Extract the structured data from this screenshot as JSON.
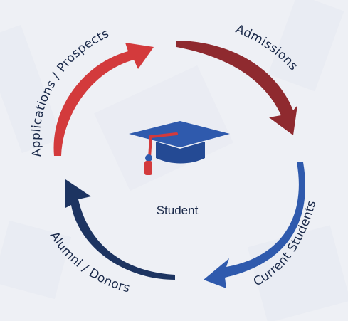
{
  "center": {
    "label": "Student"
  },
  "stages": [
    {
      "key": "admissions",
      "label": "Admissions",
      "color": "#8f2a2f"
    },
    {
      "key": "current",
      "label": "Current Students",
      "color": "#2f5aad"
    },
    {
      "key": "alumni",
      "label": "Alumni / Donors",
      "color": "#1d3461"
    },
    {
      "key": "applications",
      "label": "Applications / Prospects",
      "color": "#d33a3c"
    }
  ],
  "icon": {
    "name": "graduation-cap-icon",
    "cap_color": "#2f5aad",
    "tassel_color": "#d33a3c"
  },
  "colors": {
    "background": "#eef0f5",
    "text": "#1b2a4a"
  }
}
